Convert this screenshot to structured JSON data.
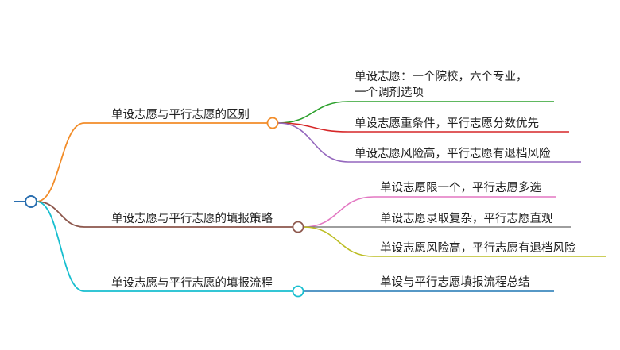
{
  "root": {
    "label": ""
  },
  "branches": [
    {
      "label": "单设志愿与平行志愿的区别",
      "color": "#f28c28",
      "children": [
        {
          "lines": [
            "单设志愿：一个院校，六个专业，",
            "一个调剂选项"
          ],
          "color": "#2ca02c"
        },
        {
          "lines": [
            "单设志愿重条件，平行志愿分数优先"
          ],
          "color": "#d62728"
        },
        {
          "lines": [
            "单设志愿风险高，平行志愿有退档风险"
          ],
          "color": "#9467bd"
        }
      ]
    },
    {
      "label": "单设志愿与平行志愿的填报策略",
      "color": "#8c564b",
      "children": [
        {
          "lines": [
            "单设志愿限一个，平行志愿多选"
          ],
          "color": "#e377c2"
        },
        {
          "lines": [
            "单设志愿录取复杂，平行志愿直观"
          ],
          "color": "#7f7f7f"
        },
        {
          "lines": [
            "单设志愿风险高，平行志愿有退档风险"
          ],
          "color": "#bcbd22"
        }
      ]
    },
    {
      "label": "单设志愿与平行志愿的填报流程",
      "color": "#17becf",
      "children": [
        {
          "lines": [
            "单设与平行志愿填报流程总结"
          ],
          "color": "#1f77b4"
        }
      ]
    }
  ],
  "root_color": "#2a6fb0"
}
